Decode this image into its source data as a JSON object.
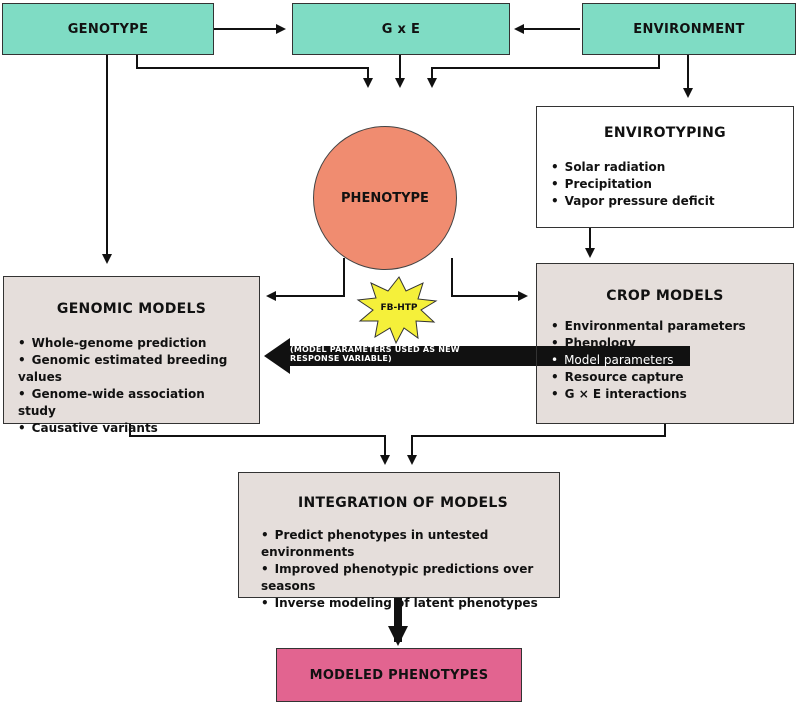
{
  "nodes": {
    "genotype": "GENOTYPE",
    "gxe": "G x E",
    "environment": "ENVIRONMENT",
    "phenotype": "PHENOTYPE",
    "fbhtp": "FB-HTP",
    "envirotyping": {
      "title": "ENVIROTYPING",
      "items": [
        "Solar radiation",
        "Precipitation",
        "Vapor pressure deficit"
      ]
    },
    "genomic_models": {
      "title": "GENOMIC MODELS",
      "items": [
        "Whole-genome prediction",
        "Genomic estimated breeding values",
        "Genome-wide association study",
        "Causative variants"
      ]
    },
    "crop_models": {
      "title": "CROP MODELS",
      "items": [
        "Environmental parameters",
        "Phenology",
        "Model parameters",
        "Resource capture",
        "G × E interactions"
      ]
    },
    "integration": {
      "title": "INTEGRATION OF MODELS",
      "items": [
        "Predict phenotypes in untested environments",
        "Improved phenotypic predictions over seasons",
        "Inverse modeling of latent phenotypes"
      ]
    },
    "modeled": "MODELED PHENOTYPES"
  },
  "banner_text": "(MODEL PARAMETERS USED AS NEW RESPONSE VARIABLE)",
  "colors": {
    "teal": "#7fdcc4",
    "beige": "#e5dedb",
    "salmon": "#f08c70",
    "pink": "#e26490",
    "star": "#f5f03a"
  }
}
